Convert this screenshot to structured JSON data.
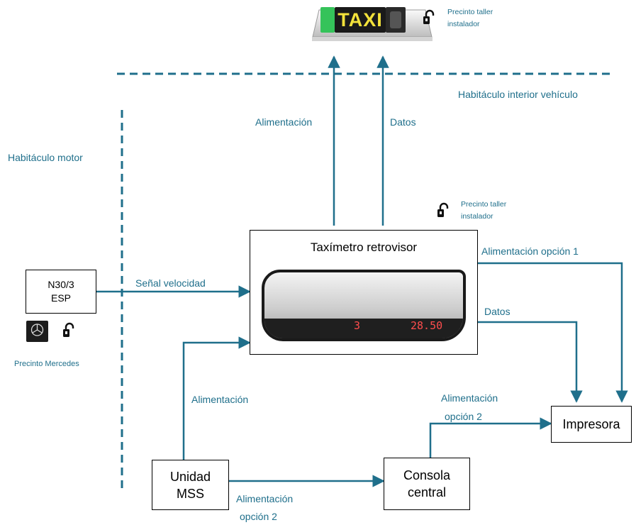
{
  "zones": {
    "interior": "Habitáculo interior vehículo",
    "motor": "Habitáculo motor"
  },
  "taxi_light": {
    "sign_text": "TAXI",
    "seal_label": "Precinto taller instalador"
  },
  "taximeter": {
    "title": "Taxímetro retrovisor",
    "display_left": "3",
    "display_right": "28.50",
    "seal_label": "Precinto taller instalador"
  },
  "sensor": {
    "line1": "N30/3",
    "line2": "ESP",
    "seal_label": "Precinto Mercedes"
  },
  "mss": {
    "line1": "Unidad",
    "line2": "MSS"
  },
  "console": {
    "line1": "Consola",
    "line2": "central"
  },
  "printer": {
    "label": "Impresora"
  },
  "connections": {
    "to_light_power": "Alimentación",
    "to_light_data": "Datos",
    "speed_signal": "Señal velocidad",
    "printer_power_opt1": "Alimentación opción 1",
    "printer_data": "Datos",
    "mss_power": "Alimentación",
    "console_power_opt2_line1": "Alimentación",
    "console_power_opt2_line2": "opción 2",
    "mss_console_opt2_line1": "Alimentación",
    "mss_console_opt2_line2": "opción 2"
  },
  "colors": {
    "line": "#1f6f8b",
    "text": "#1f6f8b",
    "box_border": "#000000"
  }
}
